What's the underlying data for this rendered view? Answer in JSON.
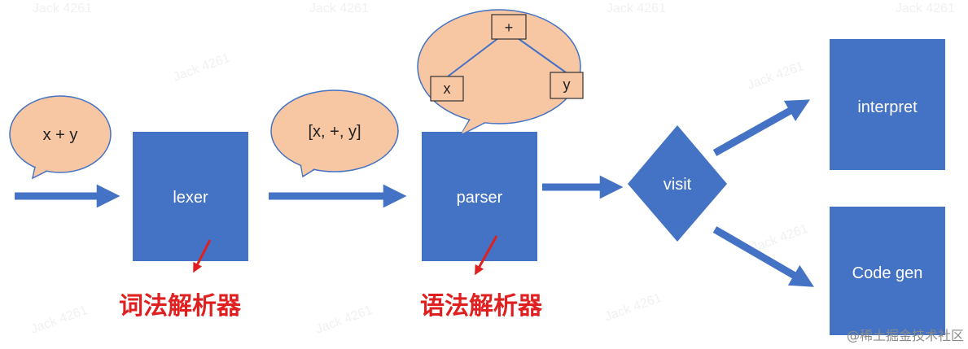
{
  "colors": {
    "box": "#4472c4",
    "bubble_fill": "#f7c6a3",
    "bubble_stroke": "#4472c4",
    "annotation": "#e02020"
  },
  "input_bubble": {
    "text": "x + y"
  },
  "token_bubble": {
    "text": "[x, +, y]"
  },
  "ast_bubble": {
    "root": "+",
    "left": "x",
    "right": "y"
  },
  "lexer_box": {
    "label": "lexer"
  },
  "parser_box": {
    "label": "parser"
  },
  "visit_node": {
    "label": "visit"
  },
  "interpret_box": {
    "label": "interpret"
  },
  "codegen_box": {
    "label": "Code gen"
  },
  "annotations": {
    "lexer_cn": "词法解析器",
    "parser_cn": "语法解析器"
  },
  "watermarks": {
    "repeat": "Jack 4261",
    "footer": "@稀土掘金技术社区"
  }
}
